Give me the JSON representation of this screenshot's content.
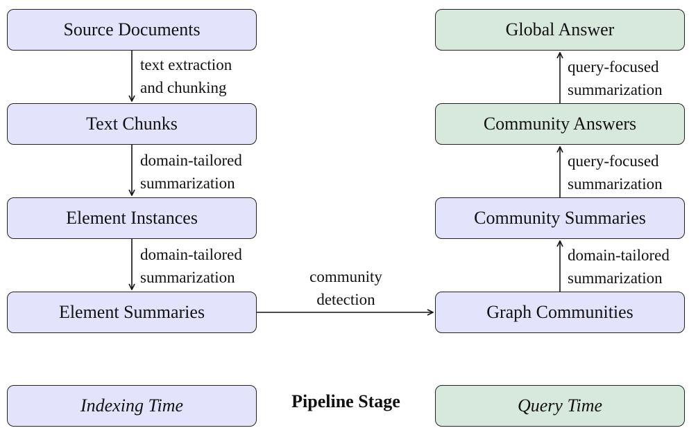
{
  "indexing_nodes": [
    "Source Documents",
    "Text Chunks",
    "Element Instances",
    "Element Summaries"
  ],
  "query_nodes": [
    "Graph Communities",
    "Community Summaries",
    "Community Answers",
    "Global Answer"
  ],
  "edges": {
    "text_extraction": [
      "text extraction",
      "and chunking"
    ],
    "chunks_to_instances": [
      "domain-tailored",
      "summarization"
    ],
    "instances_to_summaries": [
      "domain-tailored",
      "summarization"
    ],
    "community_detection": [
      "community",
      "detection"
    ],
    "communities_to_summaries": [
      "domain-tailored",
      "summarization"
    ],
    "summaries_to_answers": [
      "query-focused",
      "summarization"
    ],
    "answers_to_global": [
      "query-focused",
      "summarization"
    ]
  },
  "legend": {
    "indexing_label": "Indexing Time",
    "stage_label": "Pipeline Stage",
    "query_label": "Query Time"
  },
  "colors": {
    "indexing_fill": "#e3e3fb",
    "query_fill": "#d7e9dd",
    "stroke": "#222222"
  }
}
